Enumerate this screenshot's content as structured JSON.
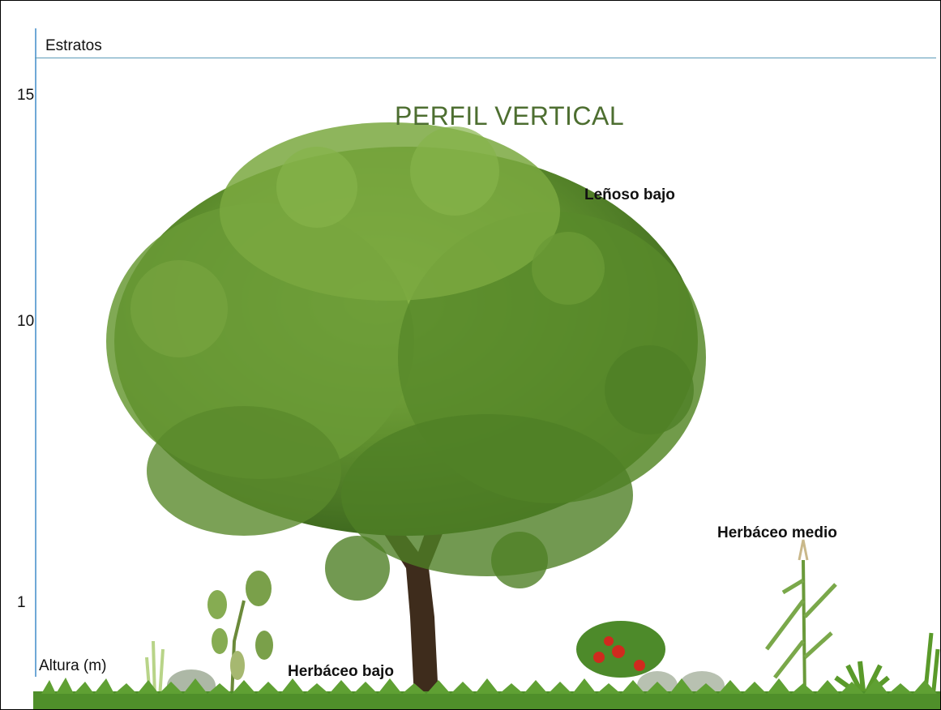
{
  "header": {
    "strata_label": "Estratos"
  },
  "title": "PERFIL VERTICAL",
  "y_axis": {
    "label": "Altura (m)",
    "ticks": [
      "15",
      "10",
      "1"
    ]
  },
  "strata": {
    "woody_low": "Leñoso bajo",
    "herb_medium": "Herbáceo medio",
    "herb_low": "Herbáceo bajo"
  },
  "icons": [
    "oak-tree-icon",
    "bean-plant-icon",
    "tomato-plant-icon",
    "corn-plant-icon",
    "fern-icon",
    "grass-icon"
  ],
  "colors": {
    "axis": "#6fa8d6",
    "title": "#4d6e30",
    "foliage": "#5f8f2e",
    "grass": "#4f8f2a"
  }
}
